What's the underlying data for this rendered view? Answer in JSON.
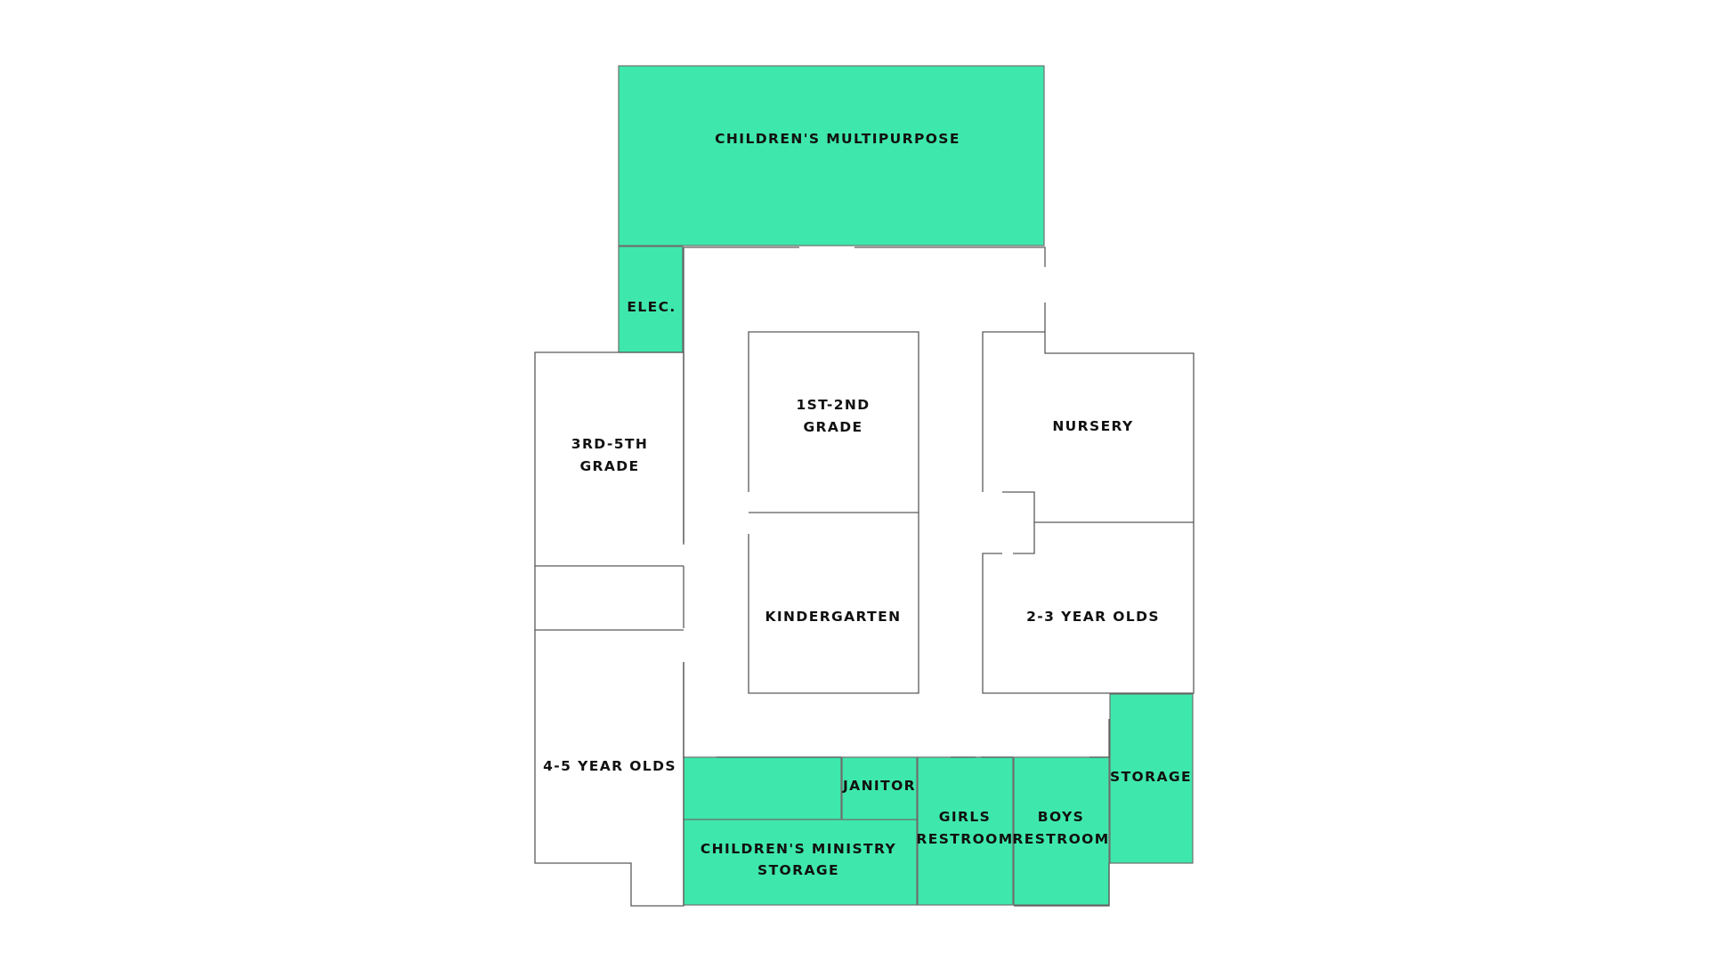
{
  "colors": {
    "accent": "#3ee8ac",
    "wall": "#5a5a5a",
    "background": "#ffffff",
    "label": "#111111"
  },
  "rooms": {
    "multipurpose": "CHILDREN'S MULTIPURPOSE",
    "elec": "ELEC.",
    "grade_3_5": [
      "3RD-5TH",
      "GRADE"
    ],
    "grade_1_2": [
      "1ST-2ND",
      "GRADE"
    ],
    "nursery": "NURSERY",
    "kindergarten": "KINDERGARTEN",
    "two_three": "2-3 YEAR OLDS",
    "four_five": "4-5 YEAR OLDS",
    "janitor": "JANITOR",
    "storage": "STORAGE",
    "ministry_storage": [
      "CHILDREN'S MINISTRY",
      "STORAGE"
    ],
    "girls": [
      "GIRLS",
      "RESTROOM"
    ],
    "boys": [
      "BOYS",
      "RESTROOM"
    ]
  }
}
